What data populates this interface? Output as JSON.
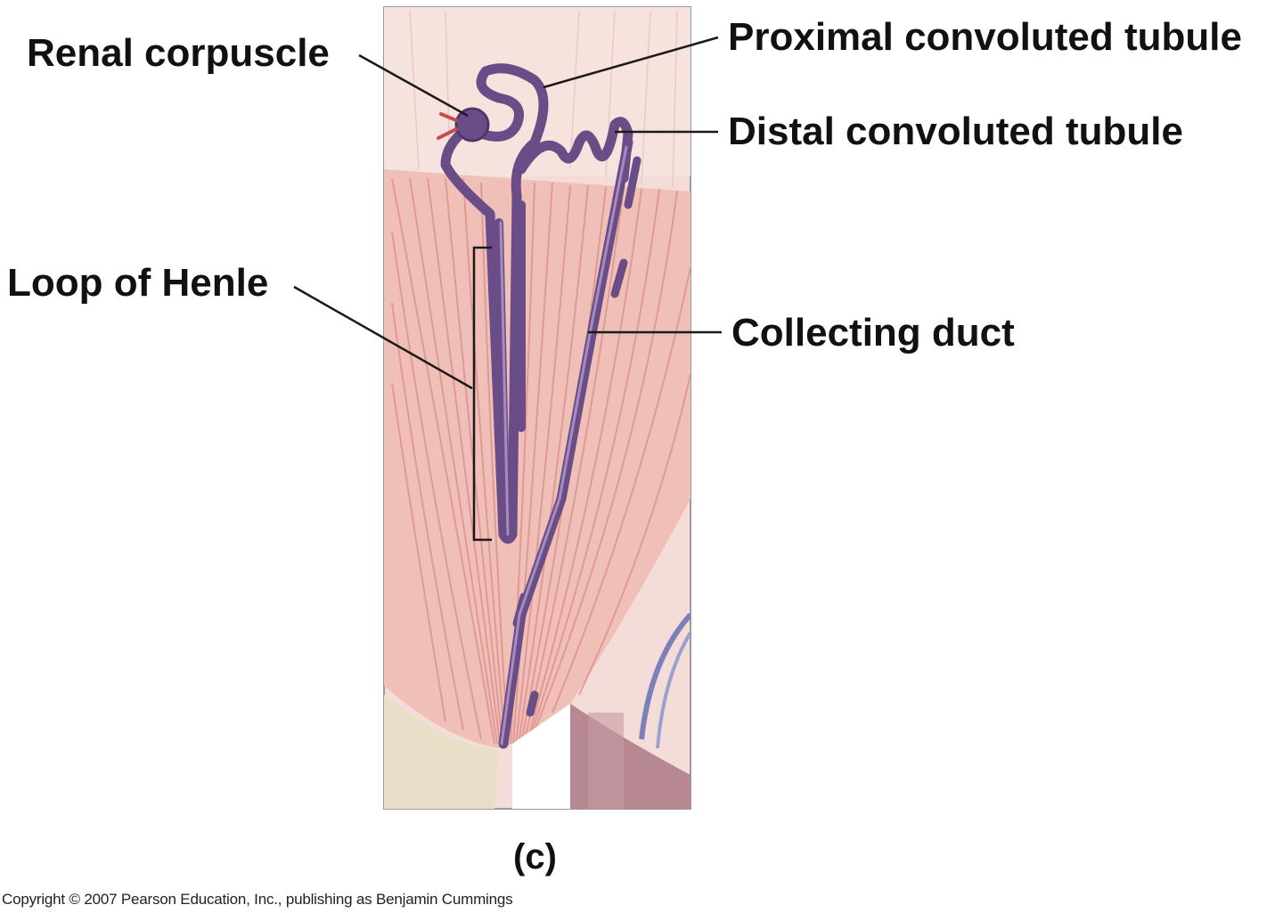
{
  "figure": {
    "panel_label": "(c)",
    "copyright": "Copyright © 2007 Pearson Education, Inc., publishing as Benjamin Cummings"
  },
  "labels": {
    "renal_corpuscle": "Renal corpuscle",
    "proximal_convoluted_tubule": "Proximal convoluted tubule",
    "distal_convoluted_tubule": "Distal convoluted tubule",
    "loop_of_henle": "Loop of Henle",
    "collecting_duct": "Collecting duct"
  },
  "colors": {
    "tissue": "#f2c6c0",
    "tissue_cortex": "#f4ddd8",
    "striation": "#d98a84",
    "tubule": "#6a4d86",
    "tubule_highlight": "#a58cc0",
    "vessel_red": "#c84a4a",
    "pelvis": "#e9dfc8",
    "calyx": "#b78892",
    "leader_line": "#1a1a1a"
  }
}
